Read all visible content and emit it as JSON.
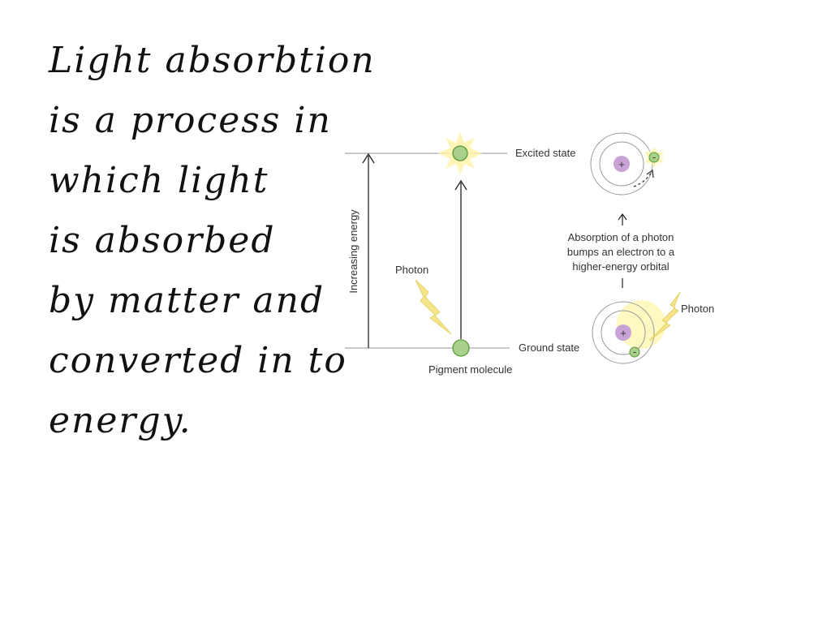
{
  "notes": {
    "lines": [
      "Light absorbtion",
      "is a process in",
      "which light",
      "is absorbed",
      "by matter and",
      "converted in to",
      "energy."
    ]
  },
  "diagram": {
    "y_axis_label": "Increasing energy",
    "excited_state_label": "Excited state",
    "ground_state_label": "Ground state",
    "photon_label_left": "Photon",
    "photon_label_right": "Photon",
    "pigment_label": "Pigment molecule",
    "absorption_caption": [
      "Absorption of a photon",
      "bumps an electron to a",
      "higher-energy orbital"
    ],
    "nucleus_symbol": "+",
    "electron_symbol": "-",
    "colors": {
      "molecule": "#a8d08a",
      "molecule_stroke": "#5a9a3a",
      "glow": "#fff2a0",
      "nucleus": "#c9a3d6",
      "orbit": "#999999",
      "photon": "#f5e58a"
    }
  }
}
